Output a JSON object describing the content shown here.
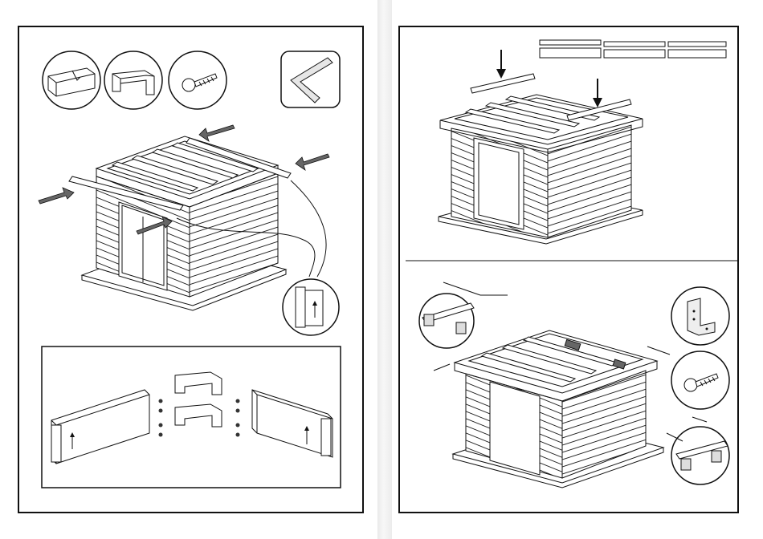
{
  "document": {
    "type": "assembly-instructions-spread",
    "pages": [
      {
        "side": "left",
        "panels": [
          {
            "id": "parts-callouts",
            "icons": [
              "beam-end-icon",
              "corner-bracket-icon",
              "screw-icon",
              "angle-square-icon"
            ]
          },
          {
            "id": "main-shed-roof-beams",
            "arrows": 4
          },
          {
            "id": "corner-detail-inset"
          },
          {
            "id": "bracket-assembly-box",
            "icons": [
              "corner-bracket-icon",
              "corner-bracket-icon"
            ]
          }
        ]
      },
      {
        "side": "right",
        "panels": [
          {
            "id": "roof-board-install",
            "arrows": 2
          },
          {
            "id": "final-roof-frame",
            "icons": [
              "bracket-plate-icon",
              "screw-icon"
            ]
          }
        ]
      }
    ],
    "colors": {
      "line": "#111111",
      "paper": "#ffffff",
      "shade": "#bdbdbd"
    }
  }
}
